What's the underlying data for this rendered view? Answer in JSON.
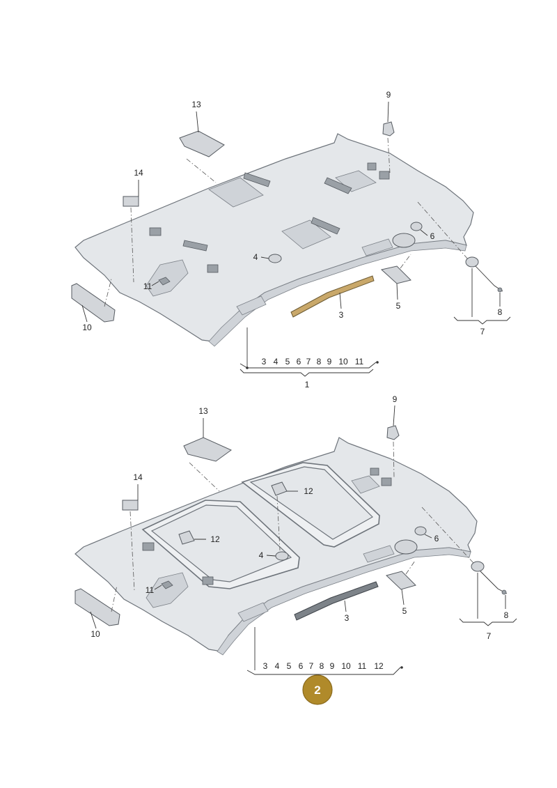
{
  "diagram_top": {
    "callouts": {
      "c1": "1",
      "c3": "3",
      "c4": "4",
      "c5": "5",
      "c6": "6",
      "c7": "7",
      "c8": "8",
      "c9": "9",
      "c10": "10",
      "c11": "11",
      "c13": "13",
      "c14": "14"
    },
    "group_numbers": [
      "3",
      "4",
      "5",
      "6",
      "7",
      "8",
      "9",
      "10",
      "11"
    ]
  },
  "diagram_bottom": {
    "callouts": {
      "c3": "3",
      "c4": "4",
      "c5": "5",
      "c6": "6",
      "c7": "7",
      "c8": "8",
      "c9": "9",
      "c10": "10",
      "c11": "11",
      "c12a": "12",
      "c12b": "12",
      "c13": "13",
      "c14": "14"
    },
    "group_numbers": [
      "3",
      "4",
      "5",
      "6",
      "7",
      "8",
      "9",
      "10",
      "11",
      "12"
    ]
  },
  "badge": {
    "label": "2",
    "color": "#b08a2a"
  }
}
